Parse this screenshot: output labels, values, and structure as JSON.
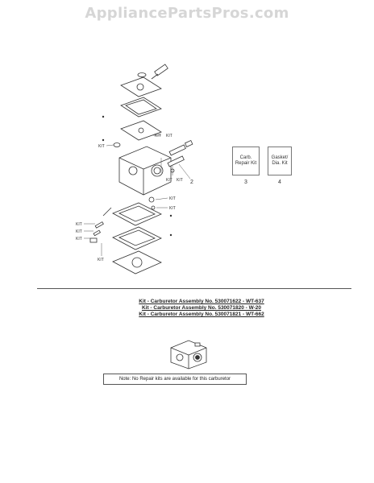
{
  "watermark": "AppliancePartsPros.com",
  "callouts": {
    "kit": "KIT",
    "ref_2": "2",
    "ref_3": "3",
    "ref_4": "4"
  },
  "kit_boxes": [
    {
      "label": "Carb. Repair Kit",
      "ref": "3"
    },
    {
      "label": "Gasket/ Dia. Kit",
      "ref": "4"
    }
  ],
  "kit_lines": [
    "Kit - Carburetor Assembly No. 530071622 - WT-637",
    "Kit - Carburetor Assembly No. 530071820 - W-20",
    "Kit - Carburetor Assembly No. 530071821 - WT-662"
  ],
  "note": "Note: No Repair kits are available for this carburetor"
}
